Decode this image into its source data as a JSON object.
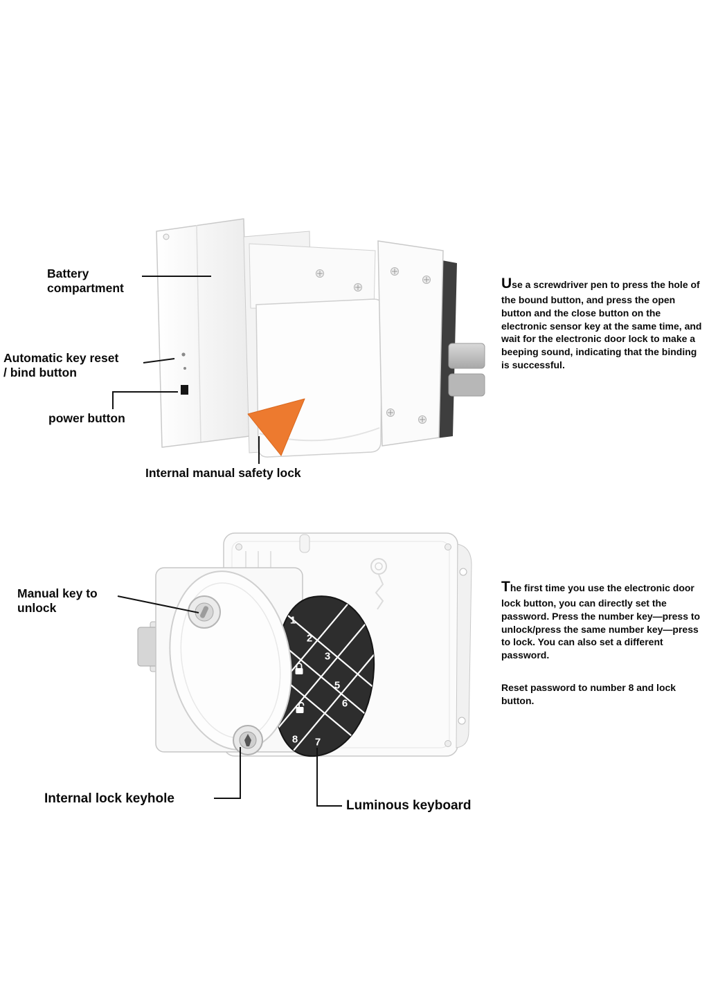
{
  "colors": {
    "accent_orange": "#ed7a2f",
    "keypad_bg": "#2d2d2d",
    "connector_line": "#111111"
  },
  "top": {
    "labels": {
      "battery_line1": "Battery",
      "battery_line2": "compartment",
      "bind_line1": "Automatic key reset",
      "bind_line2": "/ bind button",
      "power": "power button",
      "safety": "Internal manual safety lock"
    },
    "paragraph": "Use a screwdriver pen to press the hole of the bound button, and press the open button and the close button on the electronic sensor key at the same time, and wait for the electronic door lock to make a beeping sound, indicating that the binding is successful."
  },
  "bottom": {
    "labels": {
      "manual_line1": "Manual key to",
      "manual_line2": "unlock",
      "keyhole": "Internal lock keyhole",
      "keyboard": "Luminous keyboard"
    },
    "paragraph1": "The first time you use the electronic door lock button, you can directly set the password. Press the number key—press to unlock/press the same number key—press to lock. You can also set a different password.",
    "paragraph2": "Reset password to number 8 and lock button.",
    "keypad": {
      "keys": [
        "1",
        "2",
        "3",
        "5",
        "6",
        "7",
        "8"
      ]
    }
  }
}
